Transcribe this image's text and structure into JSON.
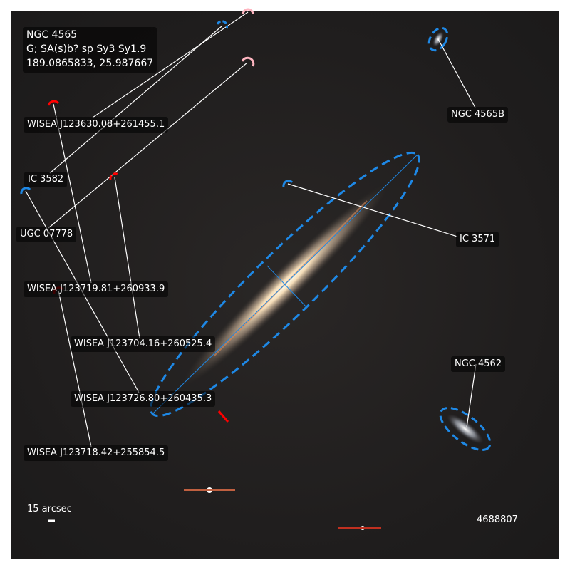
{
  "target": {
    "name": "NGC 4565",
    "type": "G; SA(s)b? sp Sy3 Sy1.9",
    "coords": "189.0865833, 25.987667"
  },
  "labels": [
    {
      "id": "wisea-123630",
      "text": "WISEA J123630.08+261455.1",
      "marker_color": "#ffb6c1"
    },
    {
      "id": "ic-3582",
      "text": "IC 3582",
      "marker_color": "#1e88e5"
    },
    {
      "id": "ugc-07778",
      "text": "UGC 07778",
      "marker_color": "#ffb6c1"
    },
    {
      "id": "wisea-123719",
      "text": "WISEA J123719.81+260933.9",
      "marker_color": "#ff0000"
    },
    {
      "id": "wisea-123704",
      "text": "WISEA J123704.16+260525.4",
      "marker_color": "#ff0000"
    },
    {
      "id": "wisea-123726",
      "text": "WISEA J123726.80+260435.3",
      "marker_color": "#1e88e5"
    },
    {
      "id": "wisea-123718",
      "text": "WISEA J123718.42+255854.5",
      "marker_color": "#ff0000"
    },
    {
      "id": "ngc-4565b",
      "text": "NGC 4565B",
      "marker_color": "#1e88e5"
    },
    {
      "id": "ic-3571",
      "text": "IC 3571",
      "marker_color": "#1e88e5"
    },
    {
      "id": "ngc-4562",
      "text": "NGC 4562",
      "marker_color": "#1e88e5"
    }
  ],
  "scale_bar": {
    "label": "15 arcsec"
  },
  "image_id": "4688807",
  "colors": {
    "ellipse": "#1e88e5",
    "background": "#1f1d1d"
  }
}
